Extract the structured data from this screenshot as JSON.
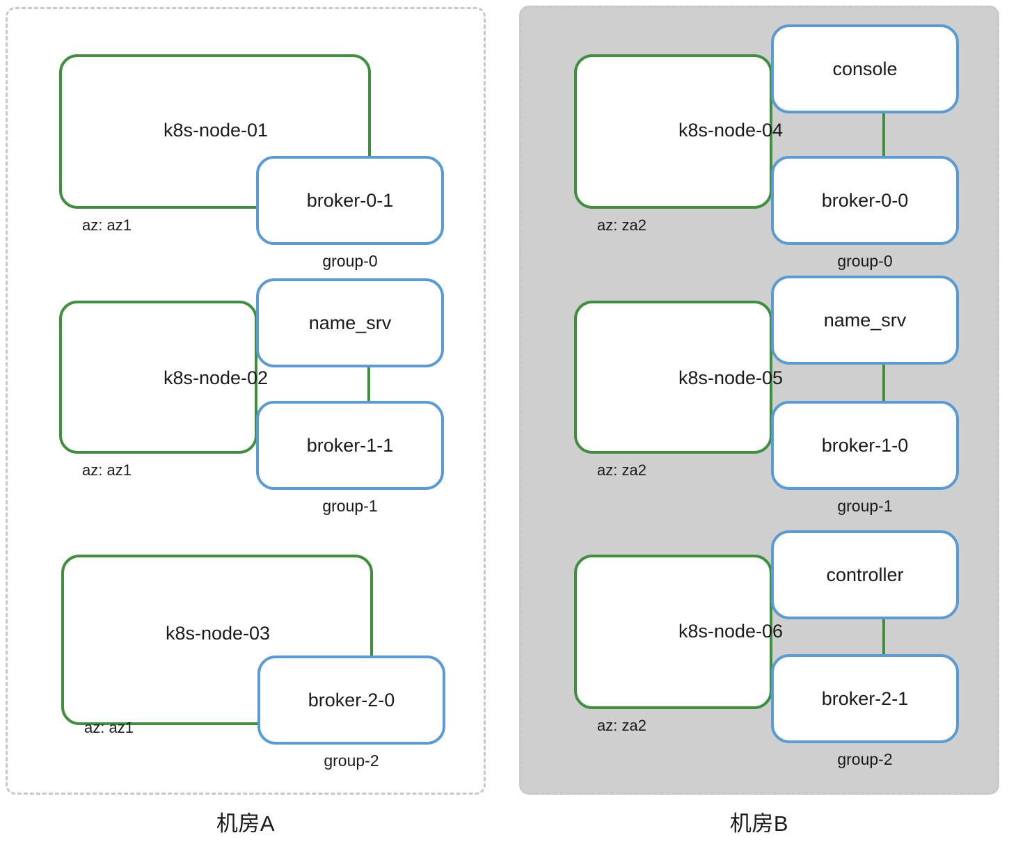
{
  "theme": {
    "node_border": "#3f8f3f",
    "pod_border": "#5b9bd5",
    "panel_border": "#c8c8c8",
    "panel_shaded_bg": "#cfcfcf",
    "panel_plain_bg": "#ffffff",
    "text": "#1a1a1a"
  },
  "datacenters": [
    {
      "id": "dc-a",
      "caption": "机房A",
      "shaded": false,
      "nodes": [
        {
          "name": "k8s-node-01",
          "az": "az: az1",
          "pods": [
            {
              "name": "broker-0-1",
              "group": "group-0"
            }
          ]
        },
        {
          "name": "k8s-node-02",
          "az": "az: az1",
          "pods": [
            {
              "name": "name_srv",
              "group": ""
            },
            {
              "name": "broker-1-1",
              "group": "group-1"
            }
          ]
        },
        {
          "name": "k8s-node-03",
          "az": "az: az1",
          "pods": [
            {
              "name": "broker-2-0",
              "group": "group-2"
            }
          ]
        }
      ]
    },
    {
      "id": "dc-b",
      "caption": "机房B",
      "shaded": true,
      "nodes": [
        {
          "name": "k8s-node-04",
          "az": "az: za2",
          "pods": [
            {
              "name": "console",
              "group": ""
            },
            {
              "name": "broker-0-0",
              "group": "group-0"
            }
          ]
        },
        {
          "name": "k8s-node-05",
          "az": "az: za2",
          "pods": [
            {
              "name": "name_srv",
              "group": ""
            },
            {
              "name": "broker-1-0",
              "group": "group-1"
            }
          ]
        },
        {
          "name": "k8s-node-06",
          "az": "az: za2",
          "pods": [
            {
              "name": "controller",
              "group": ""
            },
            {
              "name": "broker-2-1",
              "group": "group-2"
            }
          ]
        }
      ]
    }
  ]
}
